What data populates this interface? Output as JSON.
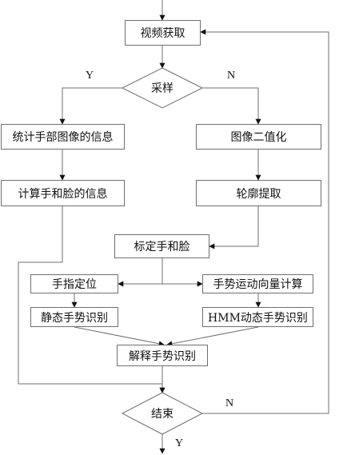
{
  "nodes": {
    "video_acquire": "视频获取",
    "sampling": "采样",
    "stats_hand_info": "统计手部图像的信息",
    "binarize": "图像二值化",
    "calc_hand_face": "计算手和脸的信息",
    "contour_extract": "轮廓提取",
    "calibrate_hand_face": "标定手和脸",
    "finger_locate": "手指定位",
    "motion_vector": "手势运动向量计算",
    "static_recognition": "静态手势识别",
    "hmm_recognition": "HMM动态手势识别",
    "interpret": "解释手势识别",
    "end": "结束"
  },
  "edge_labels": {
    "sampling_yes": "Y",
    "sampling_no": "N",
    "end_no": "N",
    "end_yes": "Y"
  },
  "colors": {
    "line": "#6f6f6f",
    "arrow": "#111111",
    "box_border": "#6f6f6f",
    "text": "#111111"
  }
}
